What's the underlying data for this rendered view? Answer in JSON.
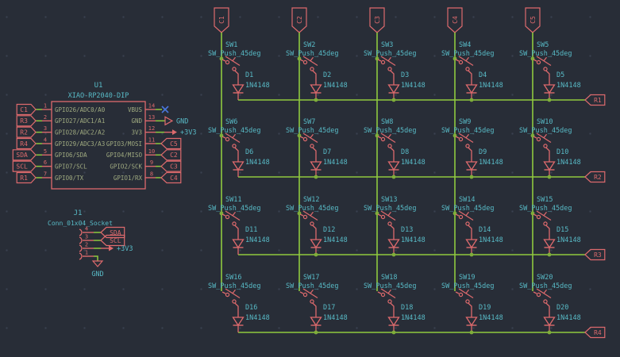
{
  "app": {
    "type": "kicad-schematic-canvas",
    "sheet_description": "5x4 keyboard switch matrix with XIAO RP2040 controller"
  },
  "colors": {
    "background": "#282d37",
    "grid_dot": "#3a4150",
    "symbol": "#dd6a6d",
    "wire": "#8fc93f",
    "junction": "#7fae3a",
    "annotation_text": "#58bac6",
    "pin_name": "#a0ab80",
    "no_connect": "#4a77dd"
  },
  "mcu": {
    "ref": "U1",
    "value": "XIAO-RP2040-DIP",
    "left_pins": [
      {
        "num": "1",
        "name": "GPIO26/ADC0/A0",
        "label": "C1"
      },
      {
        "num": "2",
        "name": "GPIO27/ADC1/A1",
        "label": "R3"
      },
      {
        "num": "3",
        "name": "GPIO28/ADC2/A2",
        "label": "R2"
      },
      {
        "num": "4",
        "name": "GPIO29/ADC3/A3",
        "label": "R4"
      },
      {
        "num": "5",
        "name": "GPIO6/SDA",
        "label": "SDA"
      },
      {
        "num": "6",
        "name": "GPIO7/SCL",
        "label": "SCL"
      },
      {
        "num": "7",
        "name": "GPIO0/TX",
        "label": "R1"
      }
    ],
    "right_pins": [
      {
        "num": "14",
        "name": "VBUS",
        "conn": "nc"
      },
      {
        "num": "13",
        "name": "GND",
        "conn": "gnd",
        "net": "GND"
      },
      {
        "num": "12",
        "name": "3V3",
        "conn": "pwr",
        "net": "+3V3"
      },
      {
        "num": "11",
        "name": "GPIO3/MOSI",
        "conn": "label",
        "label": "C5"
      },
      {
        "num": "10",
        "name": "GPIO4/MISO",
        "conn": "label",
        "label": "C2"
      },
      {
        "num": "9",
        "name": "GPIO2/SCK",
        "conn": "label",
        "label": "C3"
      },
      {
        "num": "8",
        "name": "GPIO1/RX",
        "conn": "label",
        "label": "C4"
      }
    ]
  },
  "connector": {
    "ref": "J1",
    "value": "Conn_01x04_Socket",
    "pins": [
      {
        "num": "4",
        "conn": "label",
        "label": "SDA"
      },
      {
        "num": "3",
        "conn": "label",
        "label": "SCL"
      },
      {
        "num": "2",
        "conn": "pwr",
        "net": "+3V3"
      },
      {
        "num": "1",
        "conn": "gnd",
        "net": "GND"
      }
    ]
  },
  "matrix": {
    "column_labels": [
      "C1",
      "C2",
      "C3",
      "C4",
      "C5"
    ],
    "row_labels": [
      "R1",
      "R2",
      "R3",
      "R4"
    ],
    "switch_value": "SW_Push_45deg",
    "diode_value": "1N4148",
    "switches": [
      "SW1",
      "SW2",
      "SW3",
      "SW4",
      "SW5",
      "SW6",
      "SW7",
      "SW8",
      "SW9",
      "SW10",
      "SW11",
      "SW12",
      "SW13",
      "SW14",
      "SW15",
      "SW16",
      "SW17",
      "SW18",
      "SW19",
      "SW20"
    ],
    "diodes": [
      "D1",
      "D2",
      "D3",
      "D4",
      "D5",
      "D6",
      "D7",
      "D8",
      "D9",
      "D10",
      "D11",
      "D12",
      "D13",
      "D14",
      "D15",
      "D16",
      "D17",
      "D18",
      "D19",
      "D20"
    ]
  }
}
